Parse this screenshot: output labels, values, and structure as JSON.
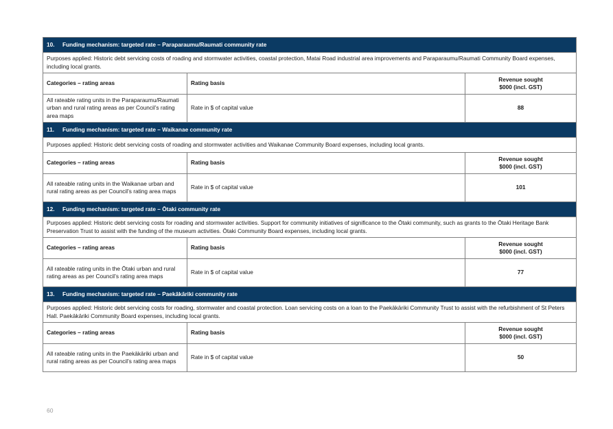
{
  "columns": {
    "categories": "Categories – rating areas",
    "basis": "Rating basis",
    "revenue_line1": "Revenue sought",
    "revenue_line2": "$000 (incl. GST)"
  },
  "sections": [
    {
      "number": "10.",
      "title": "Funding mechanism:  targeted rate – Paraparaumu/Raumati community rate",
      "purpose": "Purposes applied:  Historic debt servicing costs of roading and stormwater activities, coastal protection, Matai Road industrial area improvements and Paraparaumu/Raumati Community Board expenses, including local grants.",
      "category": "All rateable rating units in the Paraparaumu/Raumati urban and rural rating areas as per Council’s rating area maps",
      "basis": "Rate in $ of capital value",
      "revenue": "88"
    },
    {
      "number": "11.",
      "title": "Funding mechanism:  targeted rate – Waikanae community rate",
      "purpose": "Purposes applied:  Historic debt servicing costs of roading and stormwater activities and Waikanae Community Board expenses, including local grants.",
      "category": "All rateable rating units in the Waikanae urban and rural rating areas as per Council’s rating area maps",
      "basis": "Rate in $ of capital value",
      "revenue": "101"
    },
    {
      "number": "12.",
      "title": "Funding mechanism:  targeted rate – Ōtaki community rate",
      "purpose": "Purposes applied:  Historic debt servicing costs for roading and stormwater activities. Support for community initiatives of significance to the Ōtaki community, such as grants to the Ōtaki Heritage Bank Preservation Trust to assist with the funding of the museum activities. Ōtaki Community Board expenses, including local grants.",
      "category": "All rateable rating units in the Ōtaki urban and rural rating areas as per Council’s rating area maps",
      "basis": "Rate in $ of capital value",
      "revenue": "77"
    },
    {
      "number": "13.",
      "title": "Funding mechanism:  targeted rate – Paekākāriki community rate",
      "purpose": "Purposes applied:  Historic debt servicing costs for roading, stormwater and coastal protection. Loan servicing costs on a loan to the Paekākāriki Community Trust to assist with the refurbishment of St Peters Hall. Paekākāriki Community Board expenses, including local grants.",
      "category": "All rateable rating units in the Paekākāriki urban and rural rating areas as per Council’s rating area maps",
      "basis": "Rate in $ of capital value",
      "revenue": "50"
    }
  ],
  "page_number": "60"
}
